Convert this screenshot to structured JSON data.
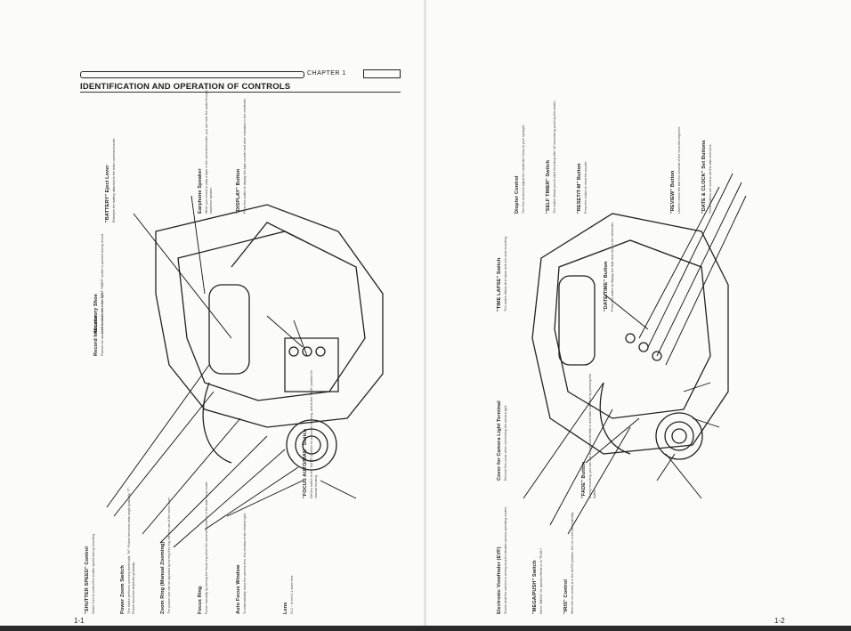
{
  "header": {
    "chapter": "CHAPTER 1",
    "title": "IDENTIFICATION AND OPERATION OF CONTROLS"
  },
  "page_numbers": {
    "left": "1-1",
    "right": "1-2"
  },
  "left_labels": [
    {
      "title": "\"SHUTTER SPEED\" Control",
      "body": "Switch\nTurn to control the shutter speed during recording."
    },
    {
      "title": "Power Zoom Switch",
      "body": "This switch performs zooming electrically.\n\"W\": Picture becomes wide-angle gradually.\n\"T\": Picture becomes telephoto gradually."
    },
    {
      "title": "Zoom Ring (Manual Zooming)",
      "body": "The picture size can be adjusted by turning this ring with the use of the zoom lever."
    },
    {
      "title": "Focus Ring",
      "body": "Focus manually by turning the focus ring when the camera/recorder is in the auto focus mode."
    },
    {
      "title": "Auto Focus Window",
      "body": "To automatically focus the camera lens, this window emits infrared light."
    },
    {
      "title": "Lens",
      "body": "f/1.2 ~ 8 mm/1.1 zoom lens"
    },
    {
      "title": "Record Indicator",
      "body": "Flashes for about 10 seconds when the \"SELF TIMER\" switch is pushed during record."
    },
    {
      "title": "\"FOCUS AUTO/MAN\" Switch",
      "body": "Set this switch to the \"AUTO\" position for automatic focusing, and to the \"MAN\" position for manual focusing."
    },
    {
      "title": "Accessory Shoe",
      "body": "Used to attach the video light."
    },
    {
      "title": "Earphone Speaker",
      "body": "When you record or play a tape in the camera/recorder, you can hear the audio through this earphone speaker."
    },
    {
      "title": "\"DISPLAY\" Button",
      "body": "Press this button to display the tape counter and other indicators in the viewfinder."
    },
    {
      "title": "\"BATTERY\" Eject Lever",
      "body": "Releases the battery attached to the video camera/recorder."
    }
  ],
  "right_labels": [
    {
      "title": "Electronic Viewfinder (EVF)",
      "body": "Shows what the camera is aiming at and indicates various operating modes."
    },
    {
      "title": "\"MEGA/PUSH\" Switch",
      "body": "Set to \"MEGA\" for special effects or to \"PUSH\"."
    },
    {
      "title": "\"IRIS\" Control",
      "body": "When the iris control is in the AUTO position, the iris is set automatically."
    },
    {
      "title": "Cover for Camera Light Terminal",
      "body": "Remove this cover when connecting the camera light."
    },
    {
      "title": "\"FADE\" Button",
      "body": "During recording, you can use a professional fade-in and fade-out effect by pressing this button."
    },
    {
      "title": "\"TIME LAPSE\" Switch",
      "body": "This switch allows time lapse and one-shot recording."
    },
    {
      "title": "\"DATE/TIME\" Button",
      "body": "Press this button to display the date and clock in the viewfinder."
    },
    {
      "title": "Diopter Control",
      "body": "Turn this control to adjust the viewfinder focus to your eyesight."
    },
    {
      "title": "\"SELF TIMER\" Switch",
      "body": "The switch allows you to start recording after 10 seconds by pushing this switch."
    },
    {
      "title": "\"RESET/T-M\" Button",
      "body": "Press this button to reset the counter."
    },
    {
      "title": "\"REVIEW\" Button",
      "body": "Used to review the last few seconds of the recorded segment."
    },
    {
      "title": "\"DATE & CLOCK\" Set Buttons",
      "body": "These buttons are used to set the date and clock."
    }
  ]
}
